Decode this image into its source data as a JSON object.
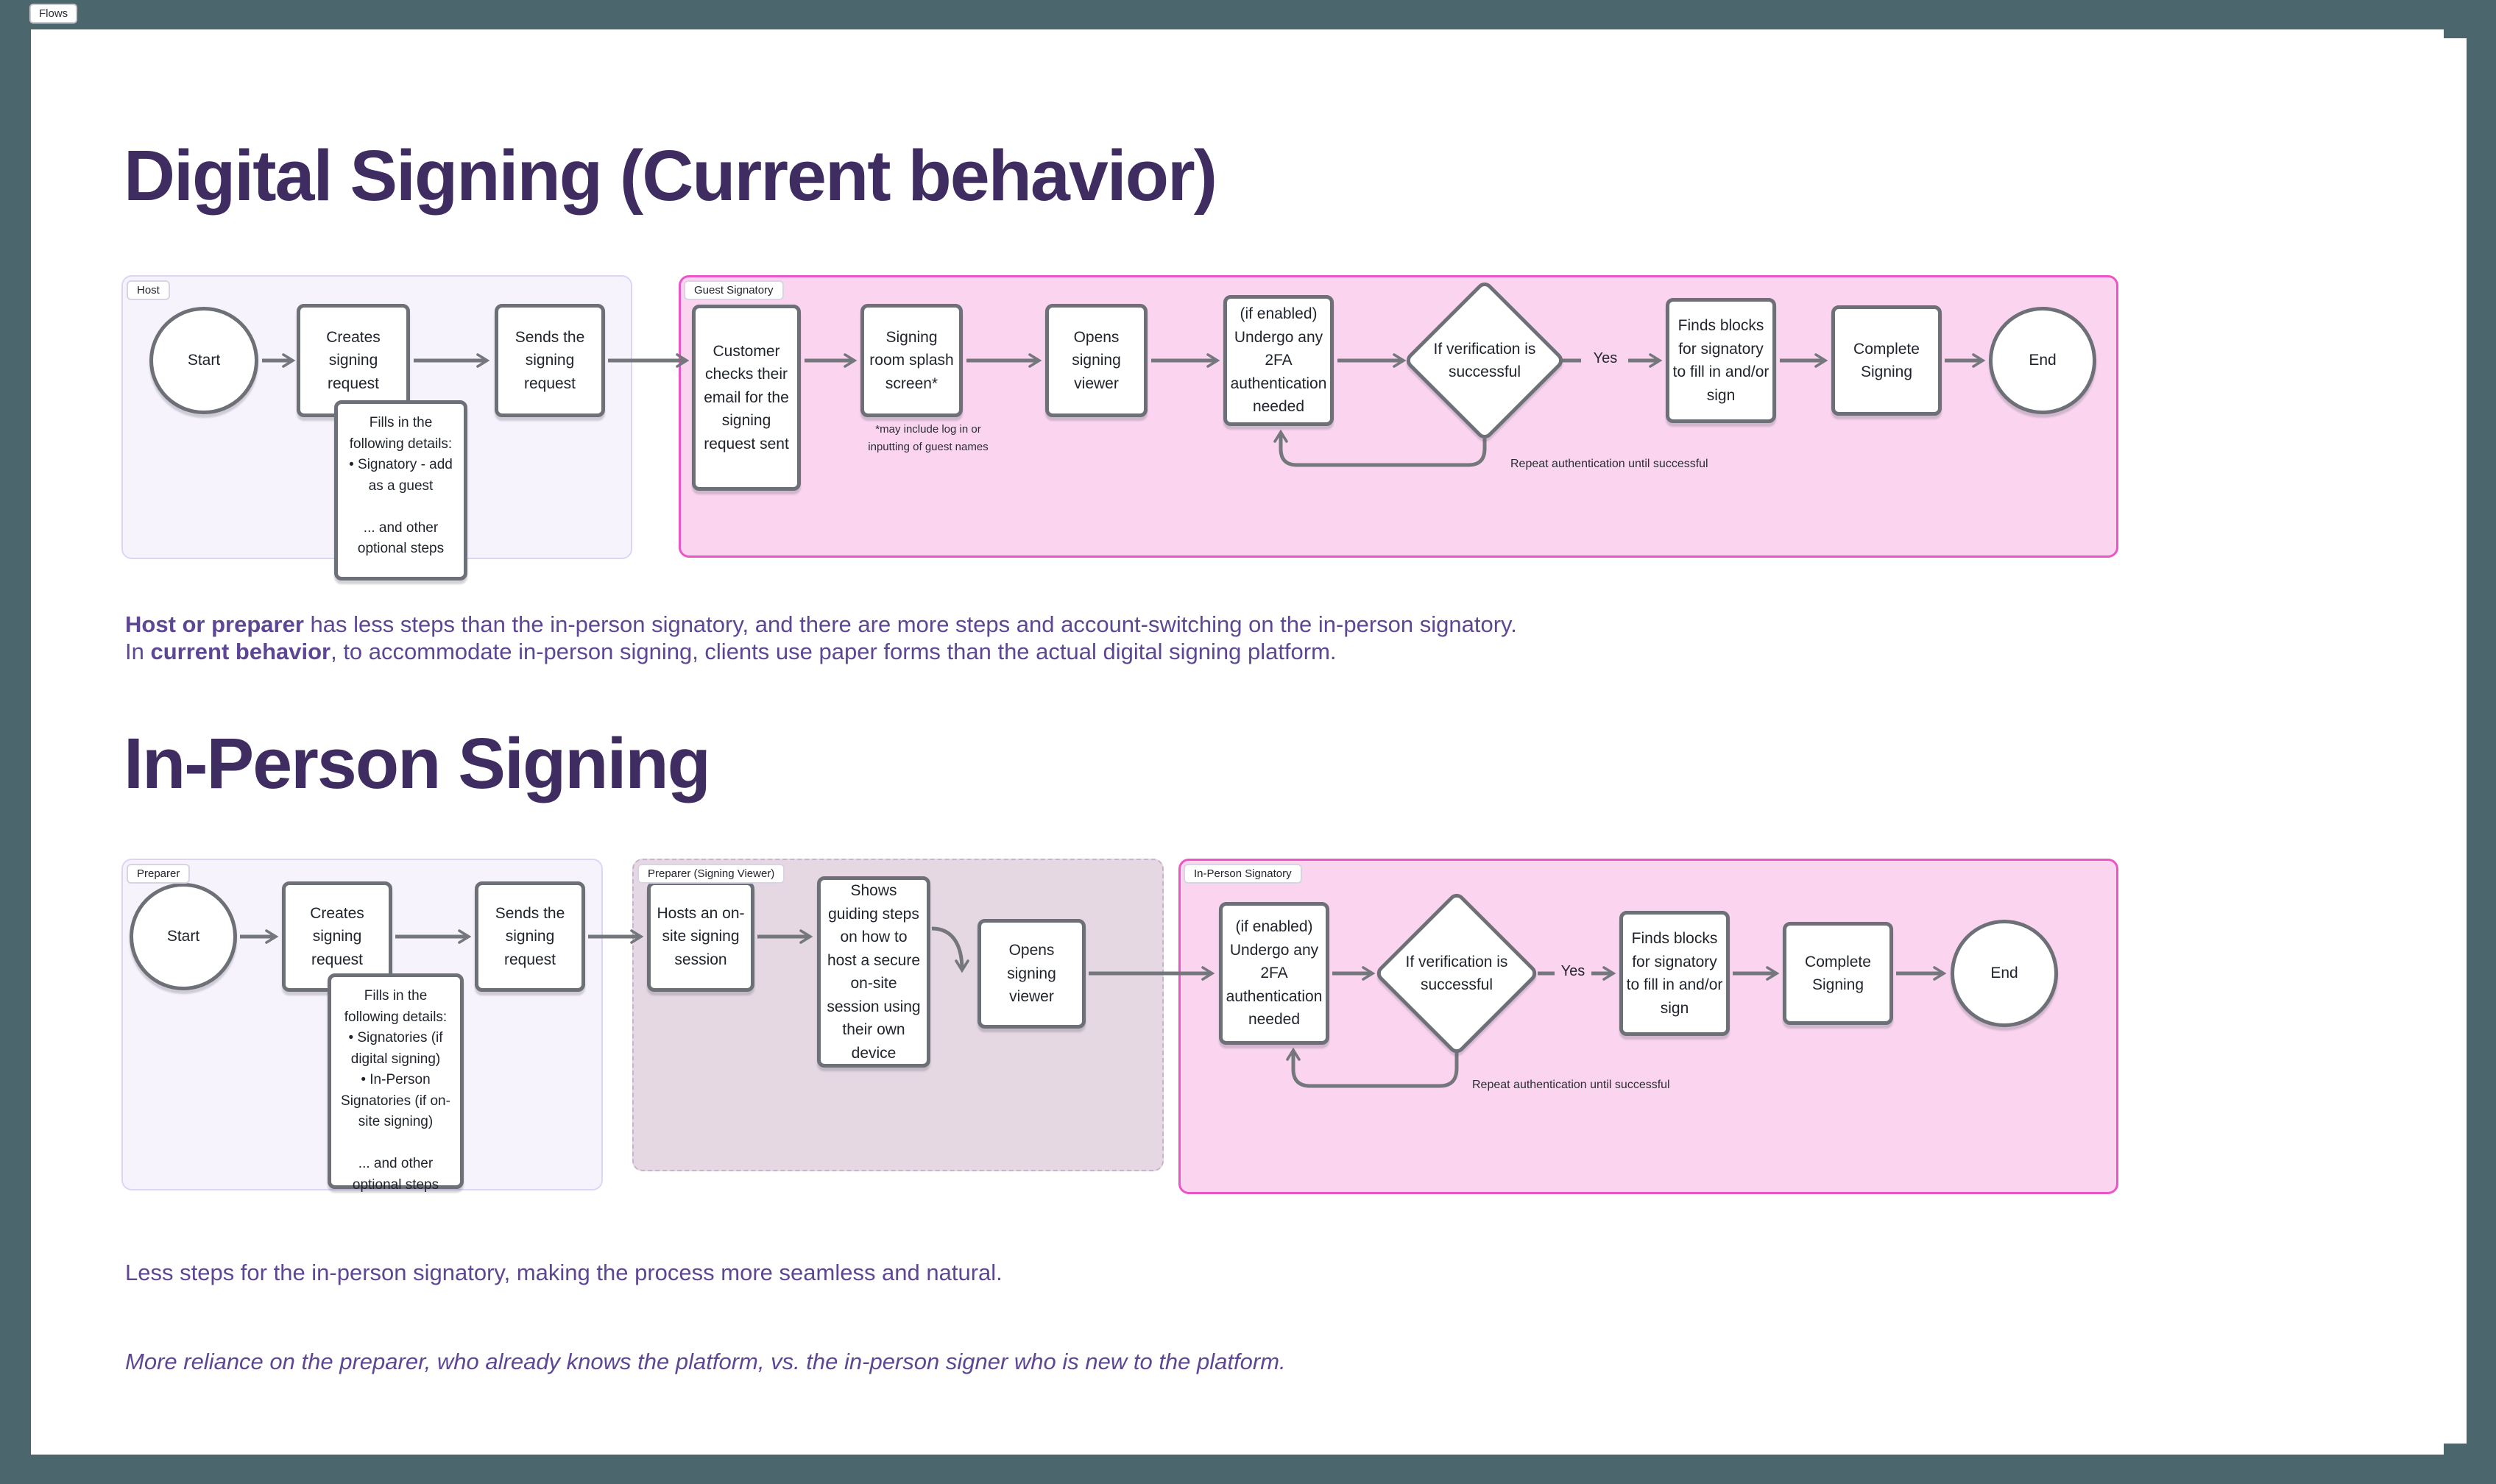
{
  "app": {
    "tab_label": "Flows"
  },
  "colors": {
    "background": "#4c666d",
    "page": "#ffffff",
    "title_text": "#3f2c60",
    "body_text": "#5d4795",
    "lane_host_fill": "#f7f3fd",
    "lane_host_border": "#ded5f6",
    "lane_guest_fill": "#fbd5f0",
    "lane_guest_border": "#ea56c6",
    "lane_viewer_fill": "#e5d8e2",
    "node_border": "#6d7076",
    "arrow": "#74777c"
  },
  "digital_signing": {
    "title": "Digital Signing (Current behavior)",
    "lanes": {
      "host": {
        "label": "Host"
      },
      "guest": {
        "label": "Guest Signatory"
      }
    },
    "nodes": {
      "start": "Start",
      "creates": "Creates signing request",
      "sends": "Sends the signing request",
      "host_note": "Fills in the following details:\n• Signatory - add as a guest\n\n... and other optional steps",
      "customer": "Customer checks their email for the signing request sent",
      "splash": "Signing room splash screen*",
      "splash_note": "*may include log in or\ninputting of guest names",
      "opens": "Opens signing viewer",
      "twofa": "(if enabled) Undergo any 2FA authentication needed",
      "decision": "If verification is successful",
      "yes": "Yes",
      "finds": "Finds blocks for signatory to fill in and/or sign",
      "complete": "Complete Signing",
      "end": "End",
      "repeat": "Repeat authentication until successful"
    }
  },
  "summary": {
    "p1_bold": "Host or preparer",
    "p1_rest": " has less steps than the in-person signatory, and there are more steps and account-switching on the in-person signatory.",
    "p2_pre": "In ",
    "p2_bold": "current behavior",
    "p2_rest": ", to accommodate in-person signing, clients use paper forms than the actual digital signing platform."
  },
  "in_person_signing": {
    "title": "In-Person Signing",
    "lanes": {
      "preparer": {
        "label": "Preparer"
      },
      "viewer": {
        "label": "Preparer (Signing Viewer)"
      },
      "signatory": {
        "label": "In-Person Signatory"
      }
    },
    "nodes": {
      "start": "Start",
      "creates": "Creates signing request",
      "sends": "Sends the signing request",
      "preparer_note": "Fills in the following details:\n• Signatories (if digital signing)\n• In-Person Signatories (if on-site signing)\n\n... and other optional steps",
      "hosts": "Hosts an on-site signing session",
      "shows": "Shows guiding steps on how to host a secure on-site session using their own device",
      "opens": "Opens signing viewer",
      "twofa": "(if enabled) Undergo any 2FA authentication needed",
      "decision": "If verification is successful",
      "yes": "Yes",
      "finds": "Finds blocks for signatory to fill in and/or sign",
      "complete": "Complete Signing",
      "end": "End",
      "repeat": "Repeat authentication until successful"
    }
  },
  "footnotes": {
    "line1": "Less steps for the in-person signatory, making the process more seamless and natural.",
    "line2": "More reliance on the preparer, who already knows the platform, vs. the in-person signer who is new to the platform."
  }
}
